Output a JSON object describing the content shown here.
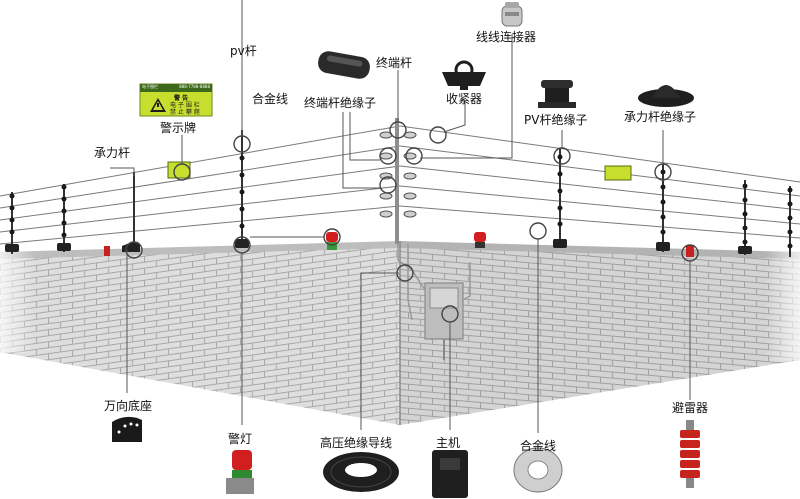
{
  "labels": {
    "pv_pole": "pv杆",
    "wire_connector": "线线连接器",
    "terminal_pole": "终端杆",
    "alloy_wire_top": "合金线",
    "terminal_insulator": "终端杆绝缘子",
    "tensioner": "收紧器",
    "pv_insulator": "PV杆绝缘子",
    "bearing_insulator": "承力杆绝缘子",
    "warning_sign": "警示牌",
    "bearing_pole": "承力杆",
    "universal_base": "万向底座",
    "warning_light": "警灯",
    "hv_cable": "高压绝缘导线",
    "host": "主机",
    "alloy_wire_bottom": "合金线",
    "lightning_arrester": "避雷器"
  },
  "sign": {
    "header_left": "电子围栏",
    "header_right": "888-7788-8888",
    "title": "警 告",
    "line1": "电 子 围 栏",
    "line2": "禁 止 攀 爬"
  },
  "colors": {
    "wall_light": "#dcdcdc",
    "wall_dark": "#c7c7c7",
    "mortar": "#9a9a9a",
    "sign_bg": "#c8de2e",
    "lamp_red": "#d11e1e",
    "callout_line": "#555555"
  }
}
